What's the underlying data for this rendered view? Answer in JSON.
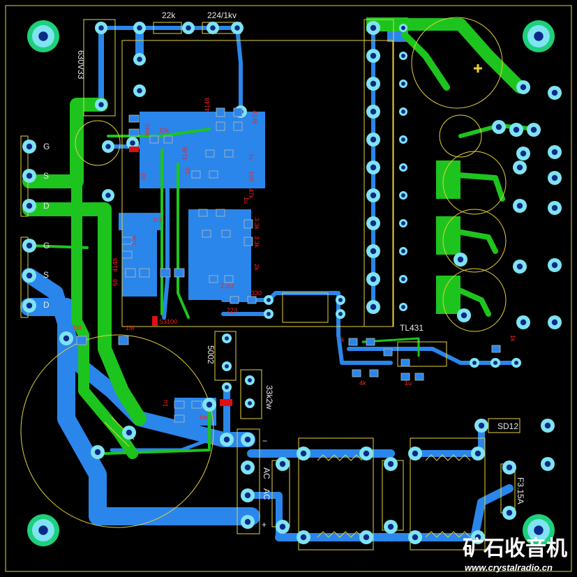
{
  "colors": {
    "background": "#000000",
    "top_copper": "#1ec41e",
    "bottom_copper": "#2a86ea",
    "silkscreen": "#e8d23a",
    "pad": "#7fe3f2",
    "pad_ring": "#1dd07a",
    "drill": "#0b2a88",
    "refdes": "#ff2020",
    "watermark": "#ffffff"
  },
  "board": {
    "mounting_holes": [
      "hole-top-left",
      "hole-top-right",
      "hole-bottom-left",
      "hole-bottom-right"
    ]
  },
  "labels": {
    "r22k": "22k",
    "c224": "224/1kv",
    "c630": "630V33",
    "r330_top": "330k",
    "d4148a": "4148",
    "d4148b": "4148",
    "d4148c": "4148",
    "r10k_a": "10k",
    "c1u": "1u",
    "r100": "100",
    "r47k": "47k",
    "r33_a": "33",
    "r470": "470p",
    "r10_a": "10",
    "r3_3k": "3.3k",
    "r3_3k2": "3.3k",
    "r2k": "2k",
    "r330": "330",
    "c2_2u": "2.2U",
    "c223": "223",
    "s3100": "S3100",
    "r10k_b": "10k",
    "r01": "0.1",
    "c68": "68",
    "d4148d": "4148",
    "r1m_a": "1M",
    "r1m_b": "1M",
    "c5002": "5002",
    "r33k2w": "33k2w",
    "tl431": "TL431",
    "r1k": "1k",
    "r4k": "4k",
    "c1u_b": "1u",
    "r1m_c": "1m",
    "c1u_c": "1u",
    "r1k_b": "1k",
    "c1u_d": "1u",
    "sd12": "SD12",
    "fuse": "F3.15A",
    "minus": "−",
    "plus": "+",
    "ac1": "AC",
    "ac2": "AC",
    "g1": "G",
    "s1": "S",
    "d1": "D",
    "g2": "G",
    "s2": "S",
    "d2": "D"
  },
  "watermark": {
    "title": "矿石收音机",
    "url": "www.crystalradio.cn"
  }
}
